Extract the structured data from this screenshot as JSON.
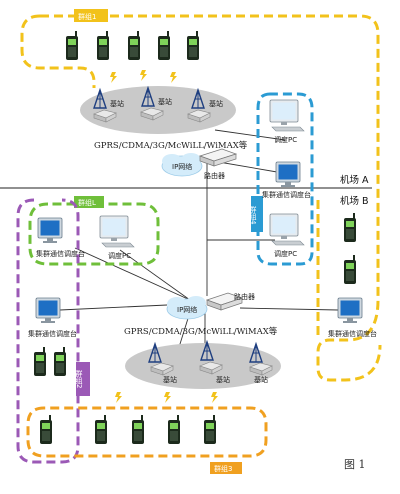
{
  "site_a": "机场 A",
  "site_b": "机场 B",
  "network_label": "GPRS/CDMA/3G/McWiLL/WiMAX等",
  "ip_network": "IP网络",
  "router": "路由器",
  "base_station": "基站",
  "dispatch_pc": "调度PC",
  "trunk_console": "集群通信调度台",
  "groups": {
    "g1": "群组1",
    "g2": "群组2",
    "g3": "群组3",
    "g4": "群组4",
    "g_l": "群组L"
  },
  "figure_caption": "图 1",
  "colors": {
    "yellow": "#f2c21b",
    "blue": "#2b9bd3",
    "green": "#6fbf3a",
    "purple": "#9b59b6",
    "orange": "#f0a020"
  }
}
